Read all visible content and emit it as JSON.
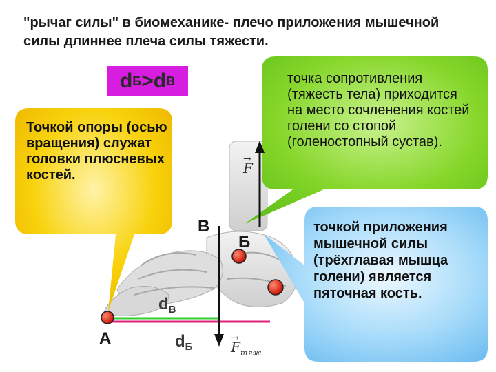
{
  "title": "\"рычаг силы\" в биомеханике- плечо приложения мышечной силы длиннее плеча силы тяжести.",
  "formula": {
    "d1": "d",
    "sub1": "Б",
    "op": ">",
    "d2": "d",
    "sub2": "В"
  },
  "callouts": {
    "yellow": "Точкой опоры (осью вращения) служат головки плюсневых костей.",
    "green": "точка сопротивления (тяжесть тела) приходится на место сочленения костей голени со стопой (голеностопный сустав).",
    "blue": "точкой приложения мышечной силы (трёхглавая мышца голени) является пяточная кость."
  },
  "points": {
    "a": "А",
    "b": "Б",
    "v": "В"
  },
  "arms": {
    "dv": {
      "d": "d",
      "sub": "В"
    },
    "db": {
      "d": "d",
      "sub": "Б"
    }
  },
  "forces": {
    "f": "F",
    "f_tyazh": "F",
    "f_tyazh_sub": "тяж"
  },
  "colors": {
    "formula_bg": "#d71ee0",
    "yellow": "#f7cd05",
    "green": "#7ed321",
    "blue": "#7cc7f5",
    "arm_v": "#33cc33",
    "arm_b": "#e0207a",
    "point": "#e02015"
  }
}
